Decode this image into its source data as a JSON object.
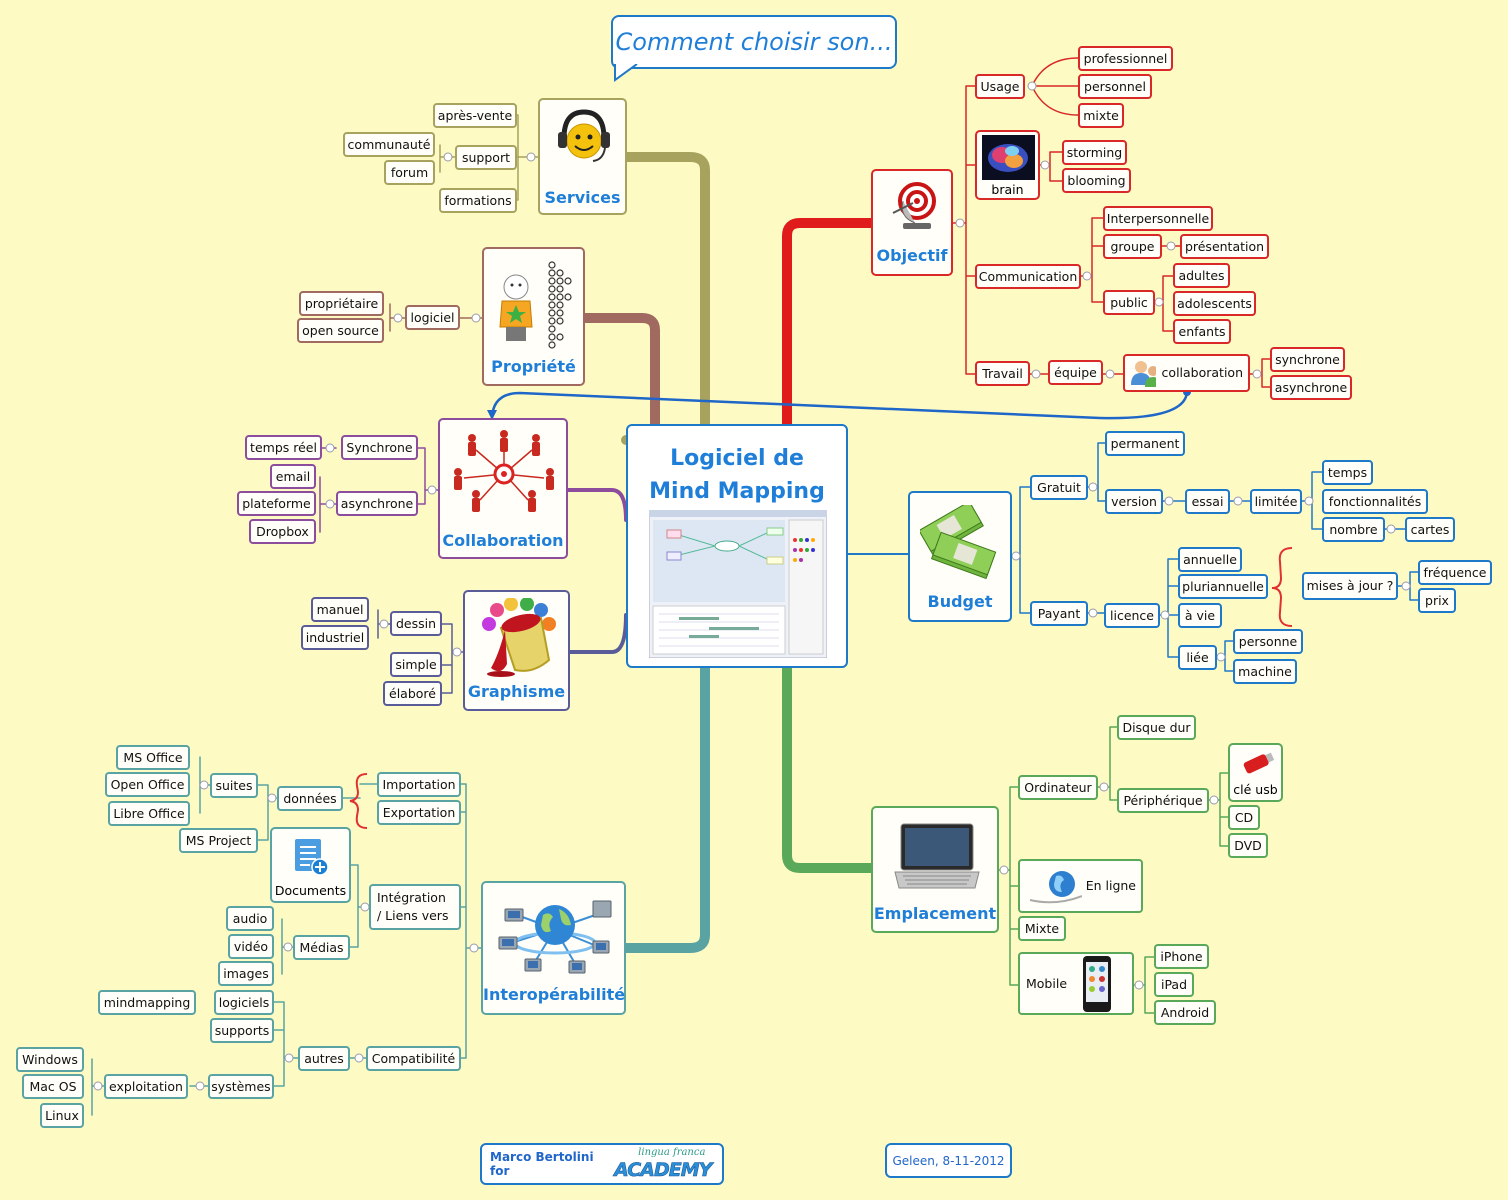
{
  "title": "Comment choisir son...",
  "central": {
    "line1": "Logiciel de",
    "line2": "Mind Mapping"
  },
  "footer": {
    "author": "Marco Bertolini for",
    "logo_script": "lingua franca",
    "logo_word": "ACADEMY",
    "place_date": "Geleen, 8-11-2012"
  },
  "colors": {
    "background": "#fdfbc3",
    "blue": "#1f79c9",
    "red": "#d92828",
    "green": "#5aa85a",
    "olive": "#a7a35e",
    "brown": "#a16a60",
    "purple": "#8d4d9d",
    "indigo": "#5a5c9a",
    "teal": "#5aa3a3"
  },
  "branches": {
    "services": {
      "label": "Services",
      "icon": "headset-smiley-icon",
      "support": "support",
      "apres_vente": "après-vente",
      "communaute": "communauté",
      "forum": "forum",
      "formations": "formations"
    },
    "propriete": {
      "label": "Propriété",
      "icon": "figure-with-code-icon",
      "logiciel": "logiciel",
      "proprietaire": "propriétaire",
      "open_source": "open source"
    },
    "collaboration": {
      "label": "Collaboration",
      "icon": "people-target-icon",
      "synchrone": "Synchrone",
      "temps_reel": "temps réel",
      "asynchrone": "asynchrone",
      "email": "email",
      "plateforme": "plateforme",
      "dropbox": "Dropbox"
    },
    "graphisme": {
      "label": "Graphisme",
      "icon": "paint-bucket-icon",
      "dessin": "dessin",
      "manuel": "manuel",
      "industriel": "industriel",
      "simple": "simple",
      "elabore": "élaboré"
    },
    "interoperabilite": {
      "label": "Interopérabilité",
      "icon": "network-globe-icon",
      "importation": "Importation",
      "exportation": "Exportation",
      "donnees": "données",
      "suites": "suites",
      "ms_office": "MS Office",
      "open_office": "Open Office",
      "libre_office": "Libre Office",
      "ms_project": "MS Project",
      "integration": "Intégration / Liens vers",
      "documents": "Documents",
      "medias": "Médias",
      "audio": "audio",
      "video": "vidéo",
      "images": "images",
      "compatibilite": "Compatibilité",
      "autres": "autres",
      "logiciels": "logiciels",
      "mindmapping": "mindmapping",
      "supports": "supports",
      "systemes": "systèmes",
      "exploitation": "exploitation",
      "windows": "Windows",
      "mac_os": "Mac OS",
      "linux": "Linux"
    },
    "objectif": {
      "label": "Objectif",
      "icon": "target-dart-icon",
      "usage": "Usage",
      "professionnel": "professionnel",
      "personnel": "personnel",
      "mixte": "mixte",
      "brain": "brain",
      "storming": "storming",
      "blooming": "blooming",
      "communication": "Communication",
      "interpersonnelle": "Interpersonnelle",
      "groupe": "groupe",
      "presentation": "présentation",
      "public": "public",
      "adultes": "adultes",
      "adolescents": "adolescents",
      "enfants": "enfants",
      "travail": "Travail",
      "equipe": "équipe",
      "collaboration": "collaboration",
      "synchrone": "synchrone",
      "asynchrone": "asynchrone"
    },
    "budget": {
      "label": "Budget",
      "icon": "money-stacks-icon",
      "gratuit": "Gratuit",
      "permanent": "permanent",
      "version": "version",
      "essai": "essai",
      "limitee": "limitée",
      "temps": "temps",
      "fonctionnalites": "fonctionnalités",
      "nombre": "nombre",
      "cartes": "cartes",
      "payant": "Payant",
      "licence": "licence",
      "annuelle": "annuelle",
      "pluriannuelle": "pluriannuelle",
      "a_vie": "à vie",
      "liee": "liée",
      "personne": "personne",
      "machine": "machine",
      "mises_a_jour": "mises à jour ?",
      "frequence": "fréquence",
      "prix": "prix"
    },
    "emplacement": {
      "label": "Emplacement",
      "icon": "laptop-icon",
      "ordinateur": "Ordinateur",
      "disque_dur": "Disque dur",
      "peripherique": "Périphérique",
      "cle_usb": "clé usb",
      "cd": "CD",
      "dvd": "DVD",
      "en_ligne": "En ligne",
      "mixte": "Mixte",
      "mobile": "Mobile",
      "iphone": "iPhone",
      "ipad": "iPad",
      "android": "Android"
    }
  }
}
